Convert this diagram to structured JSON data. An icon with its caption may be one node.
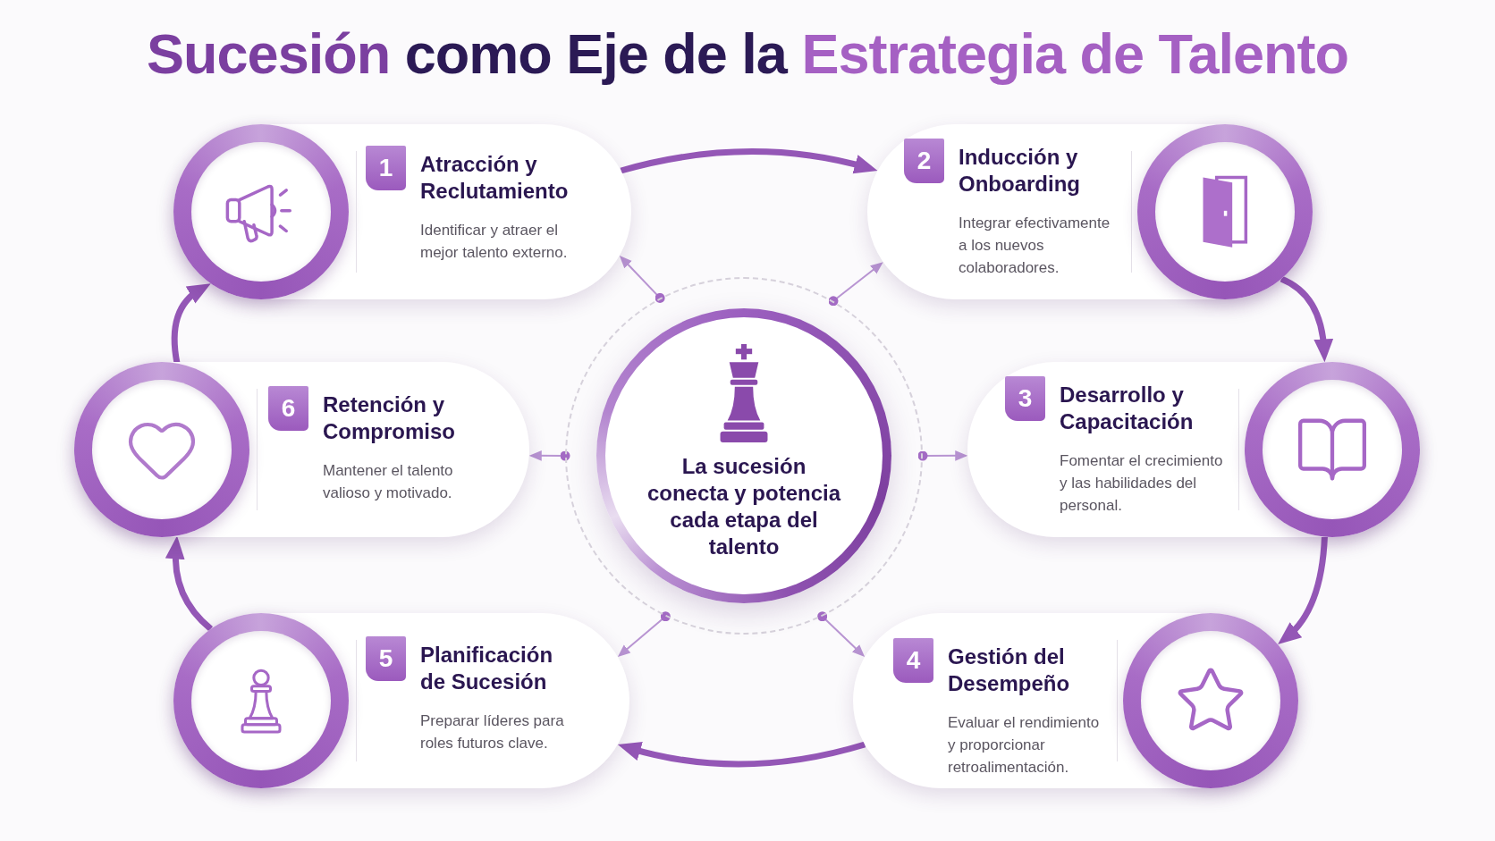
{
  "diagram": {
    "title": "Sucesión como Eje de la Estrategia de Talento",
    "nodes": [
      {
        "text": [
          "1",
          "Atracción y Reclutamiento",
          "Identificar y atraer el mejor talento externo."
        ]
      },
      {
        "text": [
          "2",
          "Inducción y Onboarding",
          "Integrar efectivamente a los nuevos colaboradores."
        ]
      },
      {
        "text": [
          "3",
          "Desarrollo y Capacitación",
          "Fomentar el crecimiento y las habilidades del personal."
        ]
      },
      {
        "text": [
          "4",
          "Gestión del Desempeño",
          "Evaluar el rendimiento y proporcionar retroalimentación."
        ]
      },
      {
        "text": [
          "5",
          "Planificación de Sucesión",
          "Preparar líderes para roles futuros clave."
        ]
      },
      {
        "text": [
          "6",
          "Retención y Compromiso",
          "Mantener el talento valioso y motivado."
        ]
      },
      {
        "text": [
          "La sucesión conecta y potencia cada etapa del talento"
        ]
      }
    ],
    "edges": [
      {
        "from": 0,
        "to": 1,
        "arrow": "to",
        "style": "thick",
        "color": "#9457b6"
      },
      {
        "from": 1,
        "to": 2,
        "arrow": "to",
        "style": "thick",
        "color": "#9457b6"
      },
      {
        "from": 2,
        "to": 3,
        "arrow": "to",
        "style": "thick",
        "color": "#9457b6"
      },
      {
        "from": 3,
        "to": 4,
        "arrow": "to",
        "style": "thick",
        "color": "#9457b6"
      },
      {
        "from": 4,
        "to": 5,
        "arrow": "to",
        "style": "thick",
        "color": "#9457b6"
      },
      {
        "from": 5,
        "to": 0,
        "arrow": "to",
        "style": "thick",
        "color": "#9457b6"
      },
      {
        "from": 6,
        "to": 0,
        "arrow": "to"
      },
      {
        "from": 6,
        "to": 1,
        "arrow": "to"
      },
      {
        "from": 6,
        "to": 2,
        "arrow": "to"
      },
      {
        "from": 6,
        "to": 3,
        "arrow": "to"
      },
      {
        "from": 6,
        "to": 4,
        "arrow": "to"
      },
      {
        "from": 6,
        "to": 5,
        "arrow": "to"
      }
    ]
  }
}
